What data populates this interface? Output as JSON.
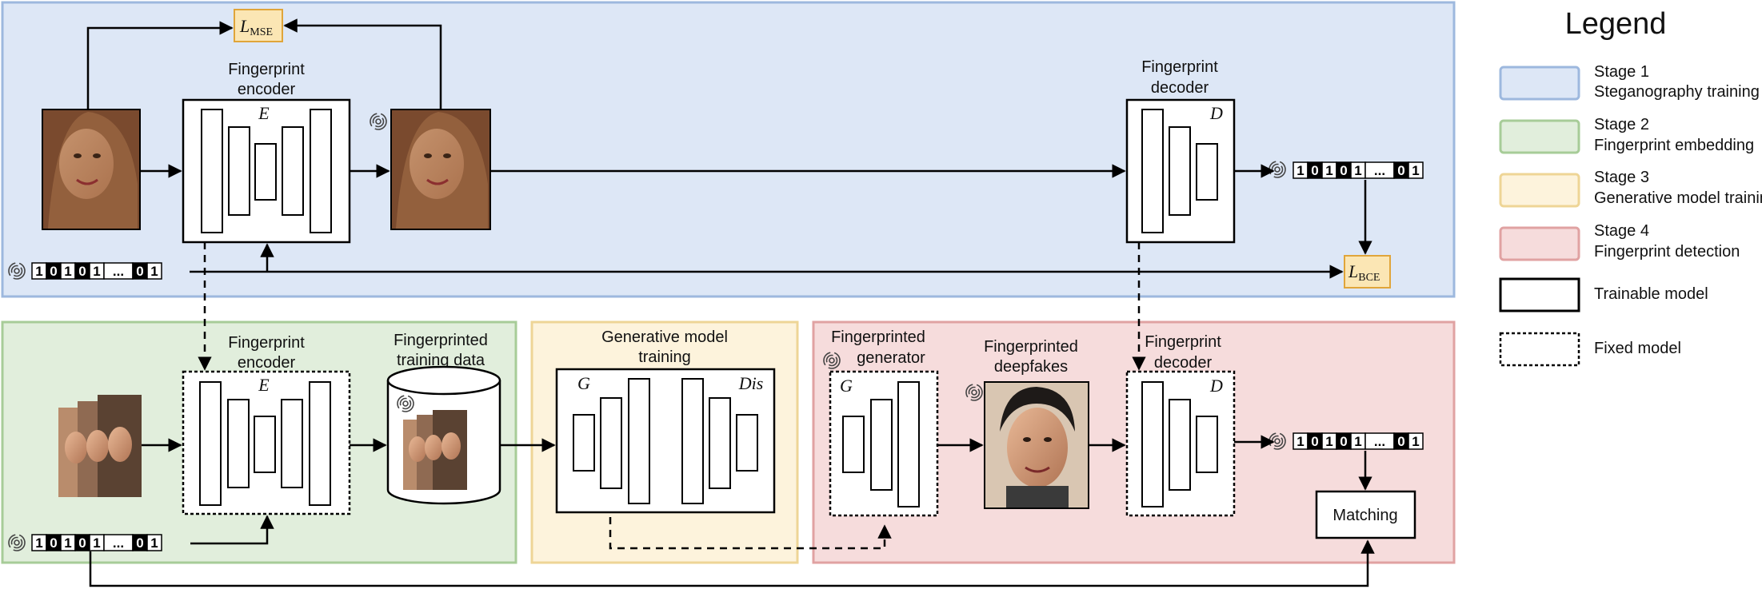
{
  "legend": {
    "title": "Legend",
    "items": [
      {
        "label_line1": "Stage 1",
        "label_line2": "Steganography training",
        "fill": "#dde7f6",
        "stroke": "#9db8de"
      },
      {
        "label_line1": "Stage 2",
        "label_line2": "Fingerprint embedding",
        "fill": "#e1eedc",
        "stroke": "#a7cc98"
      },
      {
        "label_line1": "Stage 3",
        "label_line2": "Generative model training",
        "fill": "#fdf3dc",
        "stroke": "#eed596"
      },
      {
        "label_line1": "Stage 4",
        "label_line2": "Fingerprint detection",
        "fill": "#f6dcdc",
        "stroke": "#e0a2a2"
      },
      {
        "label_line1": "Trainable model",
        "label_line2": ""
      },
      {
        "label_line1": "Fixed model",
        "label_line2": ""
      }
    ]
  },
  "stage1": {
    "encoder_line1": "Fingerprint",
    "encoder_line2": "encoder",
    "encoder_symbol": "E",
    "decoder_line1": "Fingerprint",
    "decoder_line2": "decoder",
    "decoder_symbol": "D",
    "loss_mse": "L",
    "loss_mse_sub": "MSE",
    "loss_bce": "L",
    "loss_bce_sub": "BCE",
    "bits_input": [
      "1",
      "0",
      "1",
      "0",
      "1",
      "...",
      "0",
      "1"
    ],
    "bits_output": [
      "1",
      "0",
      "1",
      "0",
      "1",
      "...",
      "0",
      "1"
    ]
  },
  "stage2": {
    "encoder_line1": "Fingerprint",
    "encoder_line2": "encoder",
    "encoder_symbol": "E",
    "data_line1": "Fingerprinted",
    "data_line2": "training data",
    "bits_input": [
      "1",
      "0",
      "1",
      "0",
      "1",
      "...",
      "0",
      "1"
    ]
  },
  "stage3": {
    "title_line1": "Generative model",
    "title_line2": "training",
    "gen_symbol": "G",
    "dis_symbol": "Dis"
  },
  "stage4": {
    "gen_line1": "Fingerprinted",
    "gen_line2": "generator",
    "gen_symbol": "G",
    "fake_line1": "Fingerprinted",
    "fake_line2": "deepfakes",
    "decoder_line1": "Fingerprint",
    "decoder_line2": "decoder",
    "decoder_symbol": "D",
    "matching": "Matching",
    "bits_output": [
      "1",
      "0",
      "1",
      "0",
      "1",
      "...",
      "0",
      "1"
    ]
  },
  "colors": {
    "stage1": "#dde7f6",
    "stage2": "#e1eedc",
    "stage3": "#fdf3dc",
    "stage4": "#f6dcdc",
    "loss": "#fbe6b4"
  }
}
